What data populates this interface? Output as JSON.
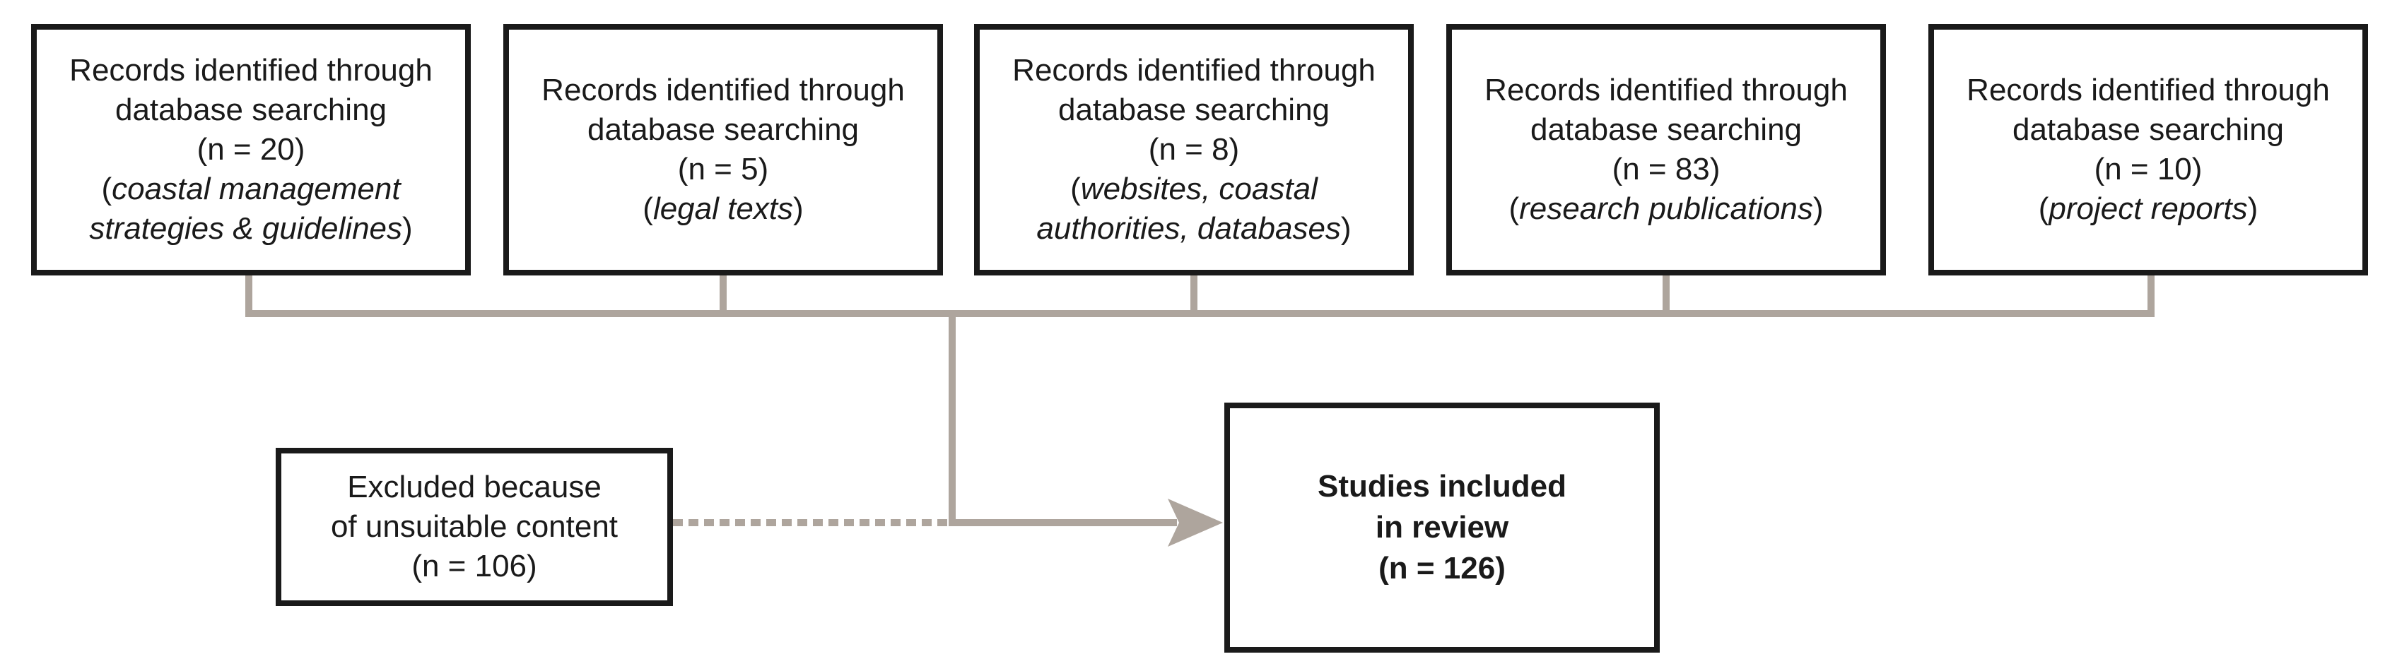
{
  "sources": [
    {
      "title_line1": "Records identified through",
      "title_line2": "database searching",
      "count": "(n = 20)",
      "detail_parts": [
        "(",
        "coastal management",
        ""
      ],
      "detail_line2": [
        "",
        "strategies & guidelines",
        ")"
      ]
    },
    {
      "title_line1": "Records identified through",
      "title_line2": "database searching",
      "count": "(n = 5)",
      "detail_parts": [
        "(",
        "legal texts",
        ")"
      ],
      "detail_line2": null
    },
    {
      "title_line1": "Records identified through",
      "title_line2": "database searching",
      "count": "(n = 8)",
      "detail_parts": [
        "(",
        "websites, coastal",
        ""
      ],
      "detail_line2": [
        "",
        "authorities, databases",
        ")"
      ]
    },
    {
      "title_line1": "Records identified through",
      "title_line2": "database searching",
      "count": "(n = 83)",
      "detail_parts": [
        "(",
        "research publications",
        ")"
      ],
      "detail_line2": null
    },
    {
      "title_line1": "Records identified through",
      "title_line2": "database searching",
      "count": "(n = 10)",
      "detail_parts": [
        "(",
        "project reports",
        ")"
      ],
      "detail_line2": null
    }
  ],
  "excluded": {
    "line1": "Excluded because",
    "line2": "of unsuitable content",
    "count": "(n = 106)"
  },
  "included": {
    "line1": "Studies included",
    "line2": "in review",
    "count": "(n = 126)"
  },
  "colors": {
    "box_border": "#1a1a1a",
    "connector": "#aea59d",
    "text": "#1a1a1a"
  }
}
